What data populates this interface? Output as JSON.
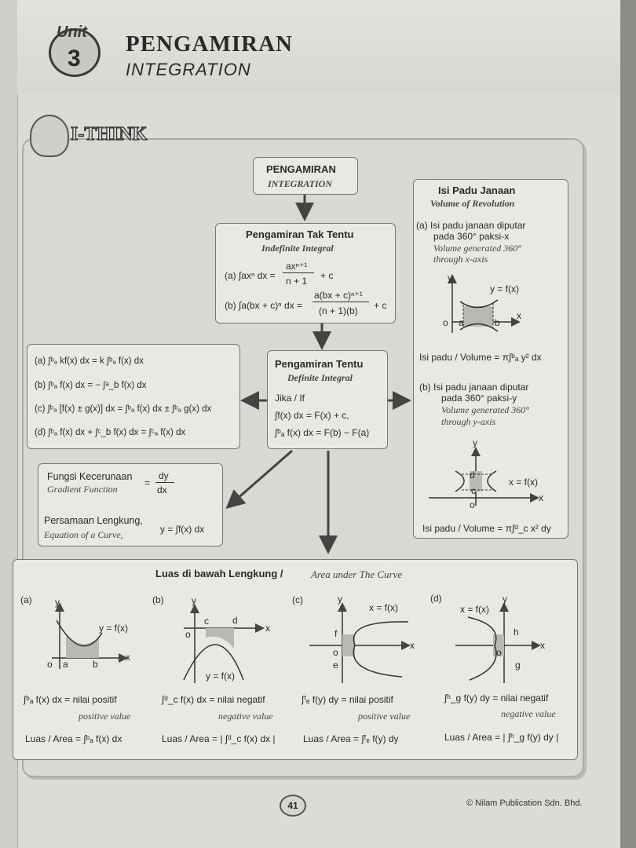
{
  "unit": {
    "label": "Unit",
    "number": "3"
  },
  "title": {
    "ms": "PENGAMIRAN",
    "en": "INTEGRATION"
  },
  "ithink": "I-THINK",
  "root": {
    "ms": "PENGAMIRAN",
    "en": "INTEGRATION"
  },
  "indefinite": {
    "ms": "Pengamiran Tak Tentu",
    "en": "Indefinite Integral",
    "a_left": "(a) ∫axⁿ dx =",
    "a_num": "axⁿ⁺¹",
    "a_den": "n + 1",
    "a_right": "+ c",
    "b_left": "(b) ∫a(bx + c)ⁿ dx =",
    "b_num": "a(bx + c)ⁿ⁺¹",
    "b_den": "(n + 1)(b)",
    "b_right": "+ c"
  },
  "definite": {
    "ms": "Pengamiran Tentu",
    "en": "Definite Integral",
    "if": "Jika / If",
    "l1": "∫f(x) dx = F(x) + c,",
    "l2": "∫ᵇₐ f(x) dx = F(b) − F(a)"
  },
  "rules": [
    "(a) ∫ᵇₐ kf(x) dx = k ∫ᵇₐ f(x) dx",
    "(b) ∫ᵇₐ f(x) dx = − ∫ᵃ_b f(x) dx",
    "(c) ∫ᵇₐ [f(x) ± g(x)] dx = ∫ᵇₐ f(x) dx ± ∫ᵇₐ g(x) dx",
    "(d) ∫ᵇₐ f(x) dx + ∫ᶜ_b f(x) dx = ∫ᶜₐ f(x) dx"
  ],
  "gradient": {
    "ms": "Fungsi Kecerunaan",
    "en": "Gradient Function",
    "eq": "=",
    "num": "dy",
    "den": "dx",
    "curve_ms": "Persamaan Lengkung,",
    "curve_en": "Equation of a Curve,",
    "curve_eq": "y = ∫f(x) dx"
  },
  "volume": {
    "ms": "Isi Padu Janaan",
    "en": "Volume of Revolution",
    "a1": "(a)  Isi padu janaan diputar",
    "a2": "pada 360° paksi-x",
    "a3": "Volume generated 360°",
    "a4": "through x-axis",
    "a_formula": "Isi padu / Volume = π∫ᵇₐ y² dx",
    "b1": "(b)  Isi padu janaan diputar",
    "b2": "pada 360° paksi-y",
    "b3": "Volume generated 360°",
    "b4": "through y-axis",
    "b_formula": "Isi padu / Volume = π∫ᵈ_c x² dy",
    "g1_curve": "y = f(x)",
    "g2_curve": "x = f(x)"
  },
  "area": {
    "title_ms": "Luas di bawah Lengkung /",
    "title_en": "Area under The Curve",
    "cases": [
      {
        "tag": "(a)",
        "curve": "y = f(x)",
        "stmt": "∫ᵇₐ f(x) dx = nilai positif",
        "stmt_en": "positive value",
        "area": "Luas / Area = ∫ᵇₐ f(x) dx"
      },
      {
        "tag": "(b)",
        "curve": "y = f(x)",
        "stmt": "∫ᵈ_c f(x) dx = nilai negatif",
        "stmt_en": "negative value",
        "area": "Luas / Area = | ∫ᵈ_c f(x) dx |"
      },
      {
        "tag": "(c)",
        "curve": "x = f(x)",
        "stmt": "∫ᶠₑ f(y) dy = nilai positif",
        "stmt_en": "positive value",
        "area": "Luas / Area = ∫ᶠₑ f(y) dy"
      },
      {
        "tag": "(d)",
        "curve": "x = f(x)",
        "stmt": "∫ʰ_g f(y) dy = nilai negatif",
        "stmt_en": "negative value",
        "area": "Luas / Area = | ∫ʰ_g f(y) dy |"
      }
    ]
  },
  "labels": {
    "x": "x",
    "y": "y",
    "o": "o",
    "a": "a",
    "b": "b",
    "c": "c",
    "d": "d",
    "e": "e",
    "f": "f",
    "g": "g",
    "h": "h"
  },
  "page_number": "41",
  "copyright": "© Nilam Publication Sdn. Bhd."
}
